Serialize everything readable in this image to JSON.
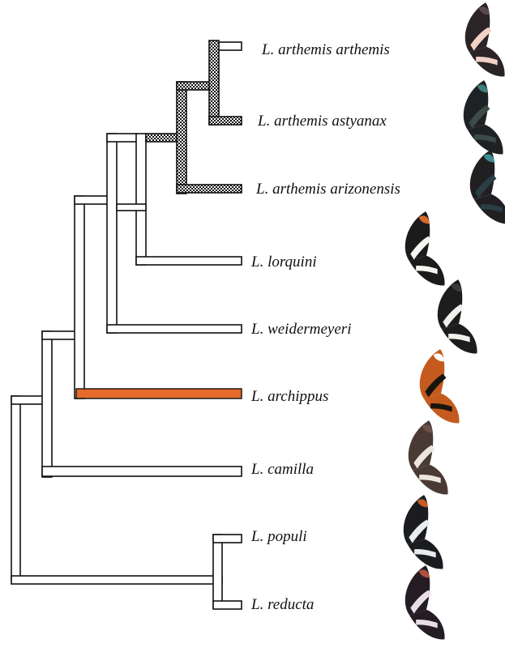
{
  "taxa": [
    {
      "id": "arthemis-arthemis",
      "label": "L. arthemis arthemis",
      "wing": {
        "base": "#2b2426",
        "band": "#f2d2c6",
        "accent": "#5a4a50"
      }
    },
    {
      "id": "arthemis-astyanax",
      "label": "L. arthemis astyanax",
      "wing": {
        "base": "#1f2224",
        "band": "#3c4a48",
        "accent": "#3f7f7a"
      }
    },
    {
      "id": "arthemis-arizonensis",
      "label": "L. arthemis arizonensis",
      "wing": {
        "base": "#221f22",
        "band": "#2b3d45",
        "accent": "#3f8e95"
      }
    },
    {
      "id": "lorquini",
      "label": "L. lorquini",
      "wing": {
        "base": "#1b1b1b",
        "band": "#f5f5f0",
        "accent": "#d86a2a"
      }
    },
    {
      "id": "weidermeyeri",
      "label": "L. weidermeyeri",
      "wing": {
        "base": "#1d1d1d",
        "band": "#f0f0ec",
        "accent": "#3a3a3a"
      }
    },
    {
      "id": "archippus",
      "label": "L. archippus",
      "wing": {
        "base": "#c45a1e",
        "band": "#1a1410",
        "accent": "#ffffff"
      }
    },
    {
      "id": "camilla",
      "label": "L. camilla",
      "wing": {
        "base": "#4a3a34",
        "band": "#ece6de",
        "accent": "#6a5248"
      }
    },
    {
      "id": "populi",
      "label": "L. populi",
      "wing": {
        "base": "#1a1c1f",
        "band": "#e9ecef",
        "accent": "#c85a28"
      }
    },
    {
      "id": "reducta",
      "label": "L. reducta",
      "wing": {
        "base": "#251c24",
        "band": "#e6e0e6",
        "accent": "#b0503a"
      }
    }
  ],
  "colors": {
    "hatched_branches": "checkerboard",
    "archippus_branch": "#e56a2b",
    "outline": "#111111"
  }
}
